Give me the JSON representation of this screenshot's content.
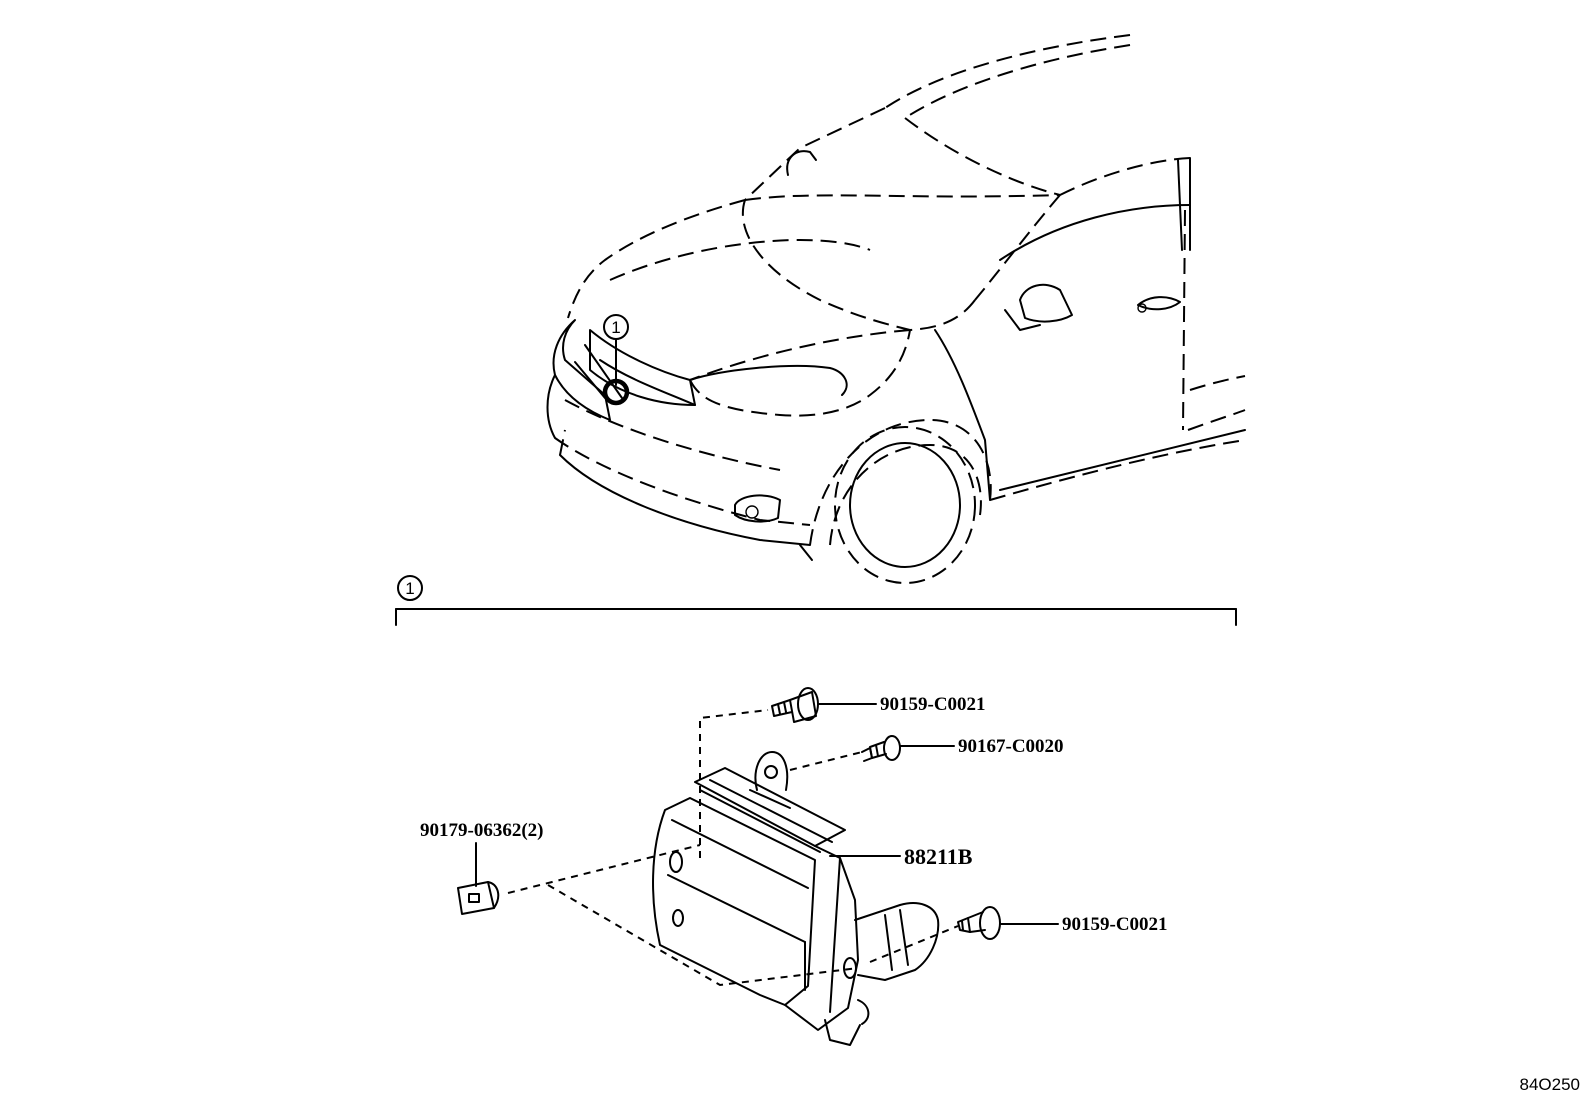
{
  "callouts": {
    "car_marker": "1",
    "group_marker": "1"
  },
  "parts": {
    "bolt_top": "90159-C0021",
    "screw": "90167-C0020",
    "main_unit": "88211B",
    "nut": "90179-06362(2)",
    "bolt_bottom": "90159-C0021"
  },
  "figure_ref": "84O250"
}
